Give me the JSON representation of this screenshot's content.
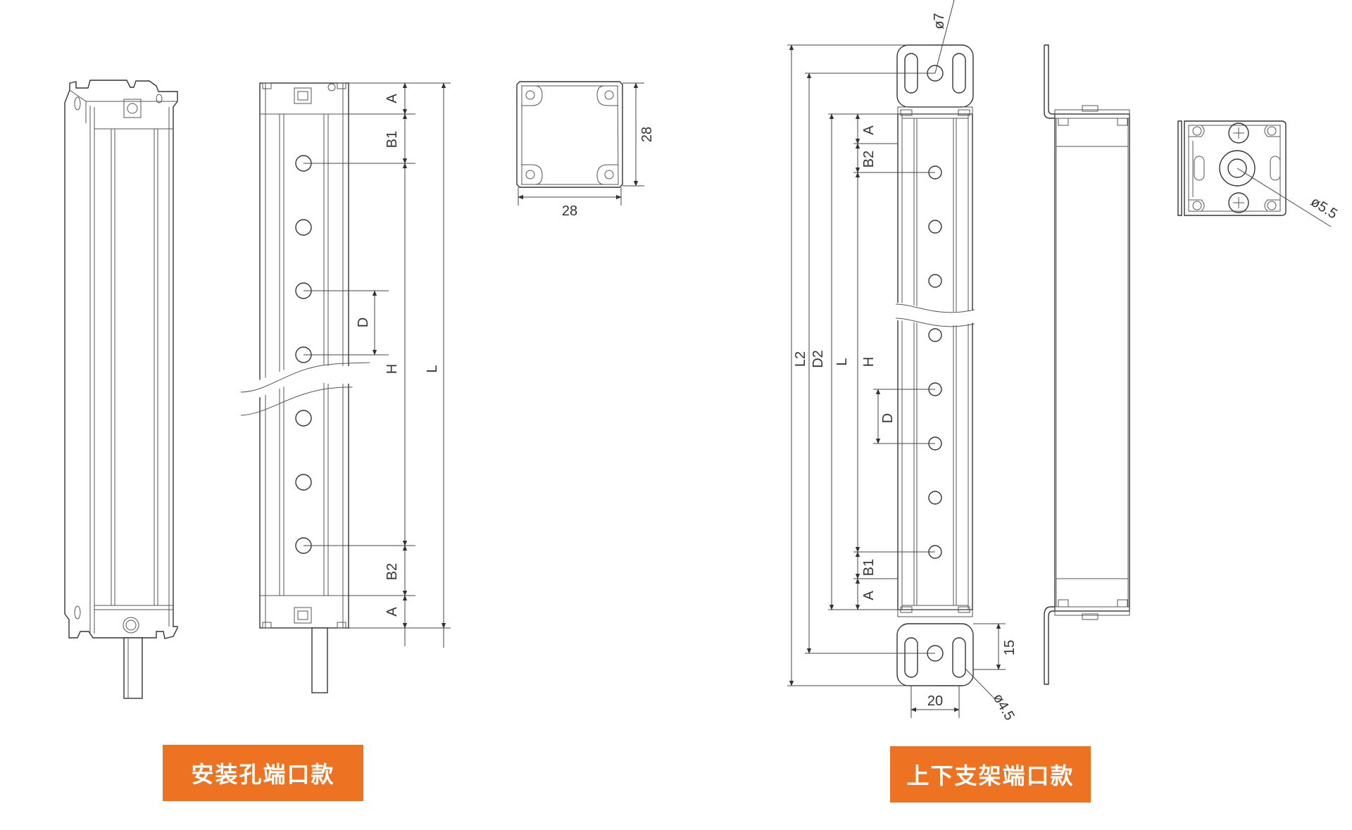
{
  "variants": [
    {
      "caption": "安装孔端口款"
    },
    {
      "caption": "上下支架端口款"
    }
  ],
  "left": {
    "dims": {
      "A_top": "A",
      "B1": "B1",
      "D": "D",
      "H": "H",
      "L": "L",
      "B2": "B2",
      "A_bottom": "A"
    },
    "end_view": {
      "width": "28",
      "height": "28"
    }
  },
  "right": {
    "dims": {
      "phi7": "ø7",
      "L2": "L2",
      "D2": "D2",
      "L": "L",
      "H": "H",
      "A_top": "A",
      "B2": "B2",
      "D": "D",
      "B1": "B1",
      "A_bottom": "A",
      "h15": "15",
      "w20": "20",
      "phi45": "ø4.5"
    },
    "end_view": {
      "phi55": "ø5.5"
    }
  },
  "colors": {
    "badge": "#ed7323",
    "line": "#333333"
  }
}
